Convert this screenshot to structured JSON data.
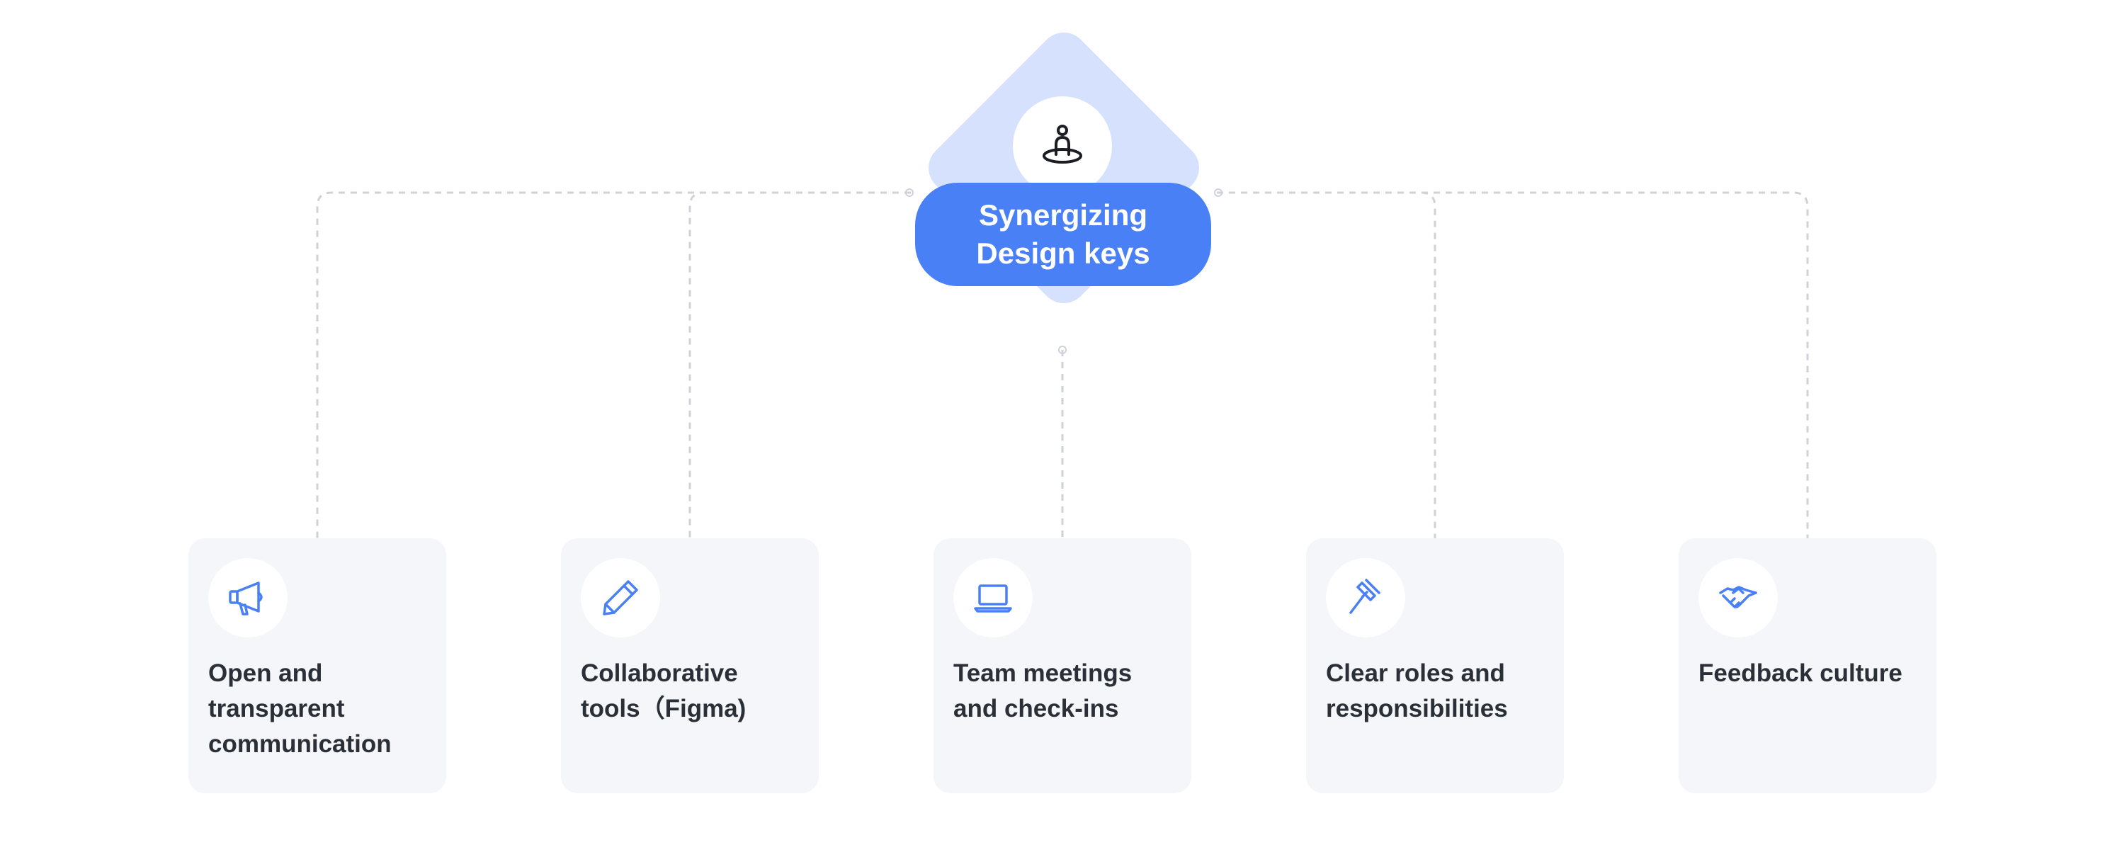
{
  "colors": {
    "accent": "#4a80f5",
    "diamond": "#d5e1fd",
    "card_bg": "#f5f6f9",
    "connector": "#cfd2d8",
    "label_text": "#2b2f37"
  },
  "hub": {
    "title": "Synergizing Design keys",
    "icon": "person-on-ring-icon"
  },
  "items": [
    {
      "label": "Open and transparent communication",
      "icon": "megaphone-icon"
    },
    {
      "label": "Collaborative tools（Figma)",
      "icon": "pencil-icon"
    },
    {
      "label": "Team meetings and check-ins",
      "icon": "laptop-icon"
    },
    {
      "label": "Clear roles and responsibilities",
      "icon": "gavel-icon"
    },
    {
      "label": "Feedback culture",
      "icon": "handshake-icon"
    }
  ]
}
